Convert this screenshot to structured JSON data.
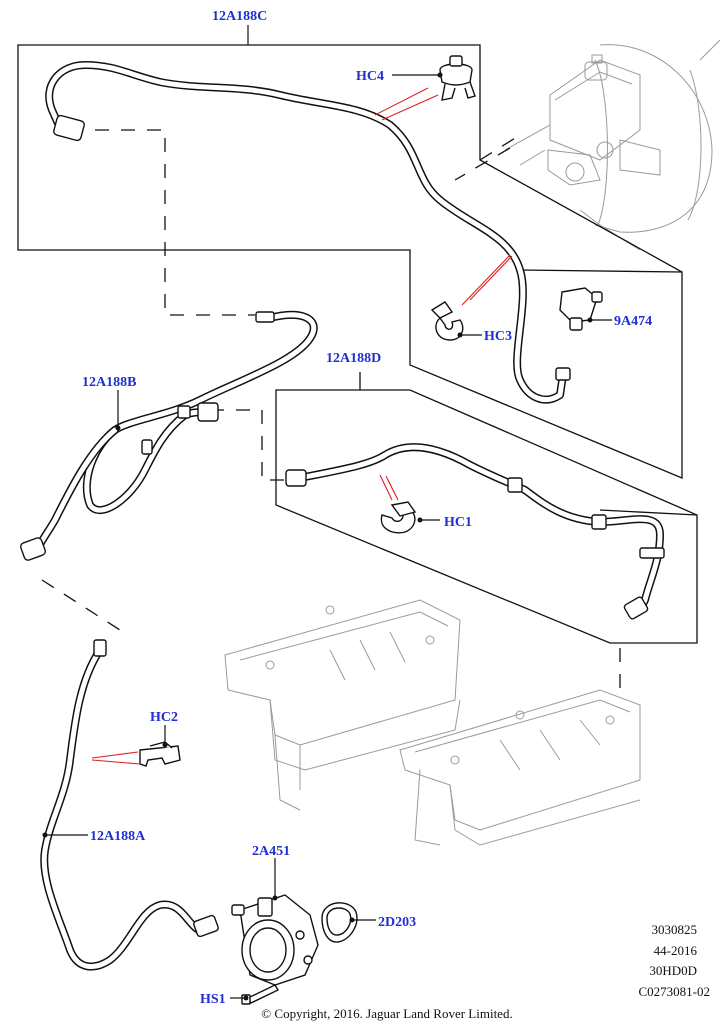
{
  "callouts": {
    "c12A188C": "12A188C",
    "hc4": "HC4",
    "hc3": "HC3",
    "p9A474": "9A474",
    "c12A188D": "12A188D",
    "c12A188B": "12A188B",
    "hc1": "HC1",
    "hc2": "HC2",
    "c12A188A": "12A188A",
    "p2A451": "2A451",
    "p2D203": "2D203",
    "hs1": "HS1"
  },
  "reference": {
    "line1": "3030825",
    "line2": "44-2016",
    "line3": "30HD0D",
    "line4": "C0273081-02"
  },
  "copyright": "© Copyright, 2016. Jaguar Land Rover Limited.",
  "colors": {
    "callout": "#1f2fd0",
    "leader_highlight": "#e02020"
  }
}
